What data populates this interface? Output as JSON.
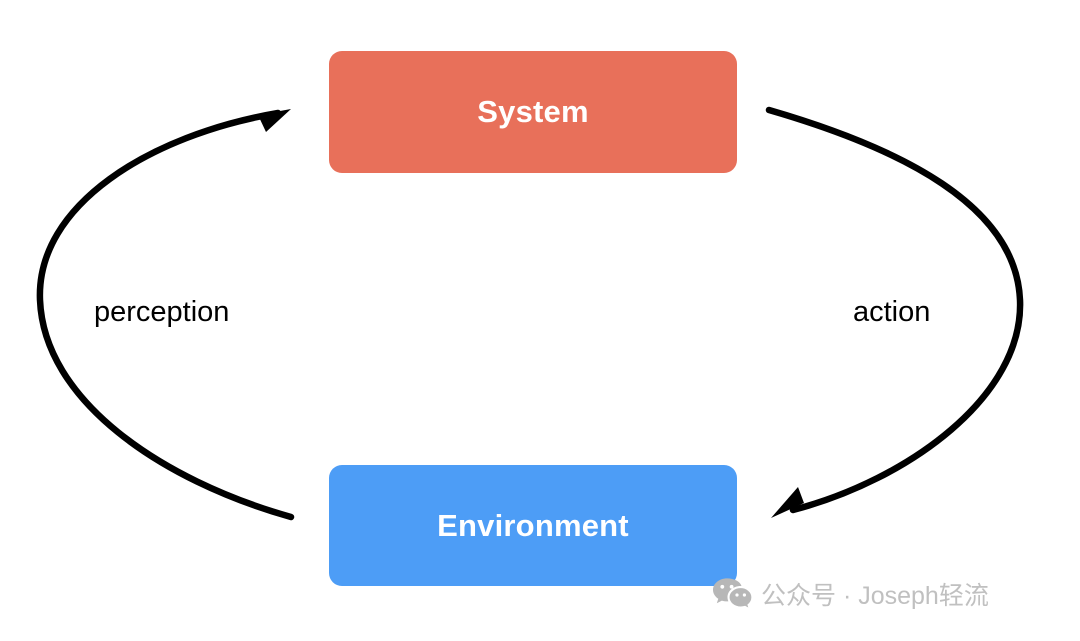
{
  "diagram": {
    "type": "cycle-diagram",
    "background_color": "#ffffff",
    "nodes": [
      {
        "id": "system",
        "label": "System",
        "fill_color": "#e8705a",
        "text_color": "#ffffff"
      },
      {
        "id": "environment",
        "label": "Environment",
        "fill_color": "#4d9df6",
        "text_color": "#ffffff"
      }
    ],
    "edges": [
      {
        "id": "perception",
        "label": "perception",
        "from": "environment",
        "to": "system",
        "color": "#000000",
        "side": "left"
      },
      {
        "id": "action",
        "label": "action",
        "from": "system",
        "to": "environment",
        "color": "#000000",
        "side": "right"
      }
    ]
  },
  "watermark": {
    "icon": "wechat-icon",
    "text": "公众号 · Joseph轻流",
    "color": "#c0c0c0"
  }
}
